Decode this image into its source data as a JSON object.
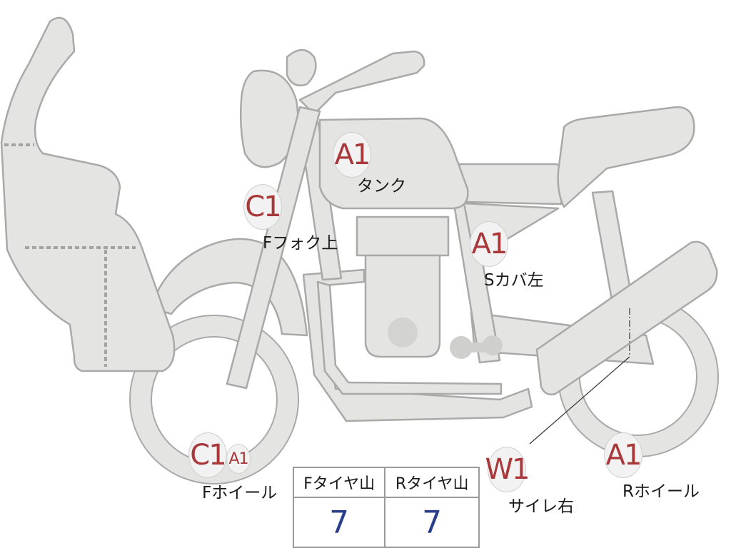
{
  "markers": [
    {
      "code": "A1",
      "label": "タンク"
    },
    {
      "code": "C1",
      "label": "Fフォク上"
    },
    {
      "code": "A1",
      "label": "Sカバ左"
    },
    {
      "code": "C1",
      "label": "Fホイール",
      "extra_code": "A1"
    },
    {
      "code": "W1",
      "label": "サイレ右"
    },
    {
      "code": "A1",
      "label": "Rホイール"
    }
  ],
  "tread_table": {
    "headers": [
      "Fタイヤ山",
      "Rタイヤ山"
    ],
    "values": [
      "7",
      "7"
    ]
  },
  "colors": {
    "part_fill": "#e4e4e2",
    "part_outline": "#a9a9a9",
    "code_text": "#a8383a",
    "value_text": "#2a3f8c"
  }
}
